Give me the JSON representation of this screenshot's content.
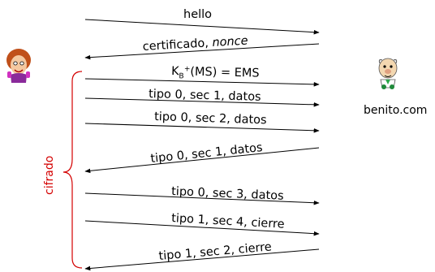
{
  "diagram": {
    "server_name": "benito.com",
    "bracket_label": "cifrado",
    "messages": [
      {
        "text": "hello"
      },
      {
        "text_main": "certificado, ",
        "text_italic": "nonce"
      },
      {
        "k": "K",
        "sub": "B",
        "sup": "+",
        "rest": "(MS) = EMS"
      },
      {
        "text": "tipo 0, sec 1, datos"
      },
      {
        "text": "tipo 0, sec 2, datos"
      },
      {
        "text": "tipo 0, sec 1, datos"
      },
      {
        "text": "tipo 0, sec 3, datos"
      },
      {
        "text": "tipo 1, sec 4, cierre"
      },
      {
        "text": "tipo 1, sec 2, cierre"
      }
    ],
    "colors": {
      "bracket": "#d40000",
      "arrow": "#000000"
    }
  }
}
